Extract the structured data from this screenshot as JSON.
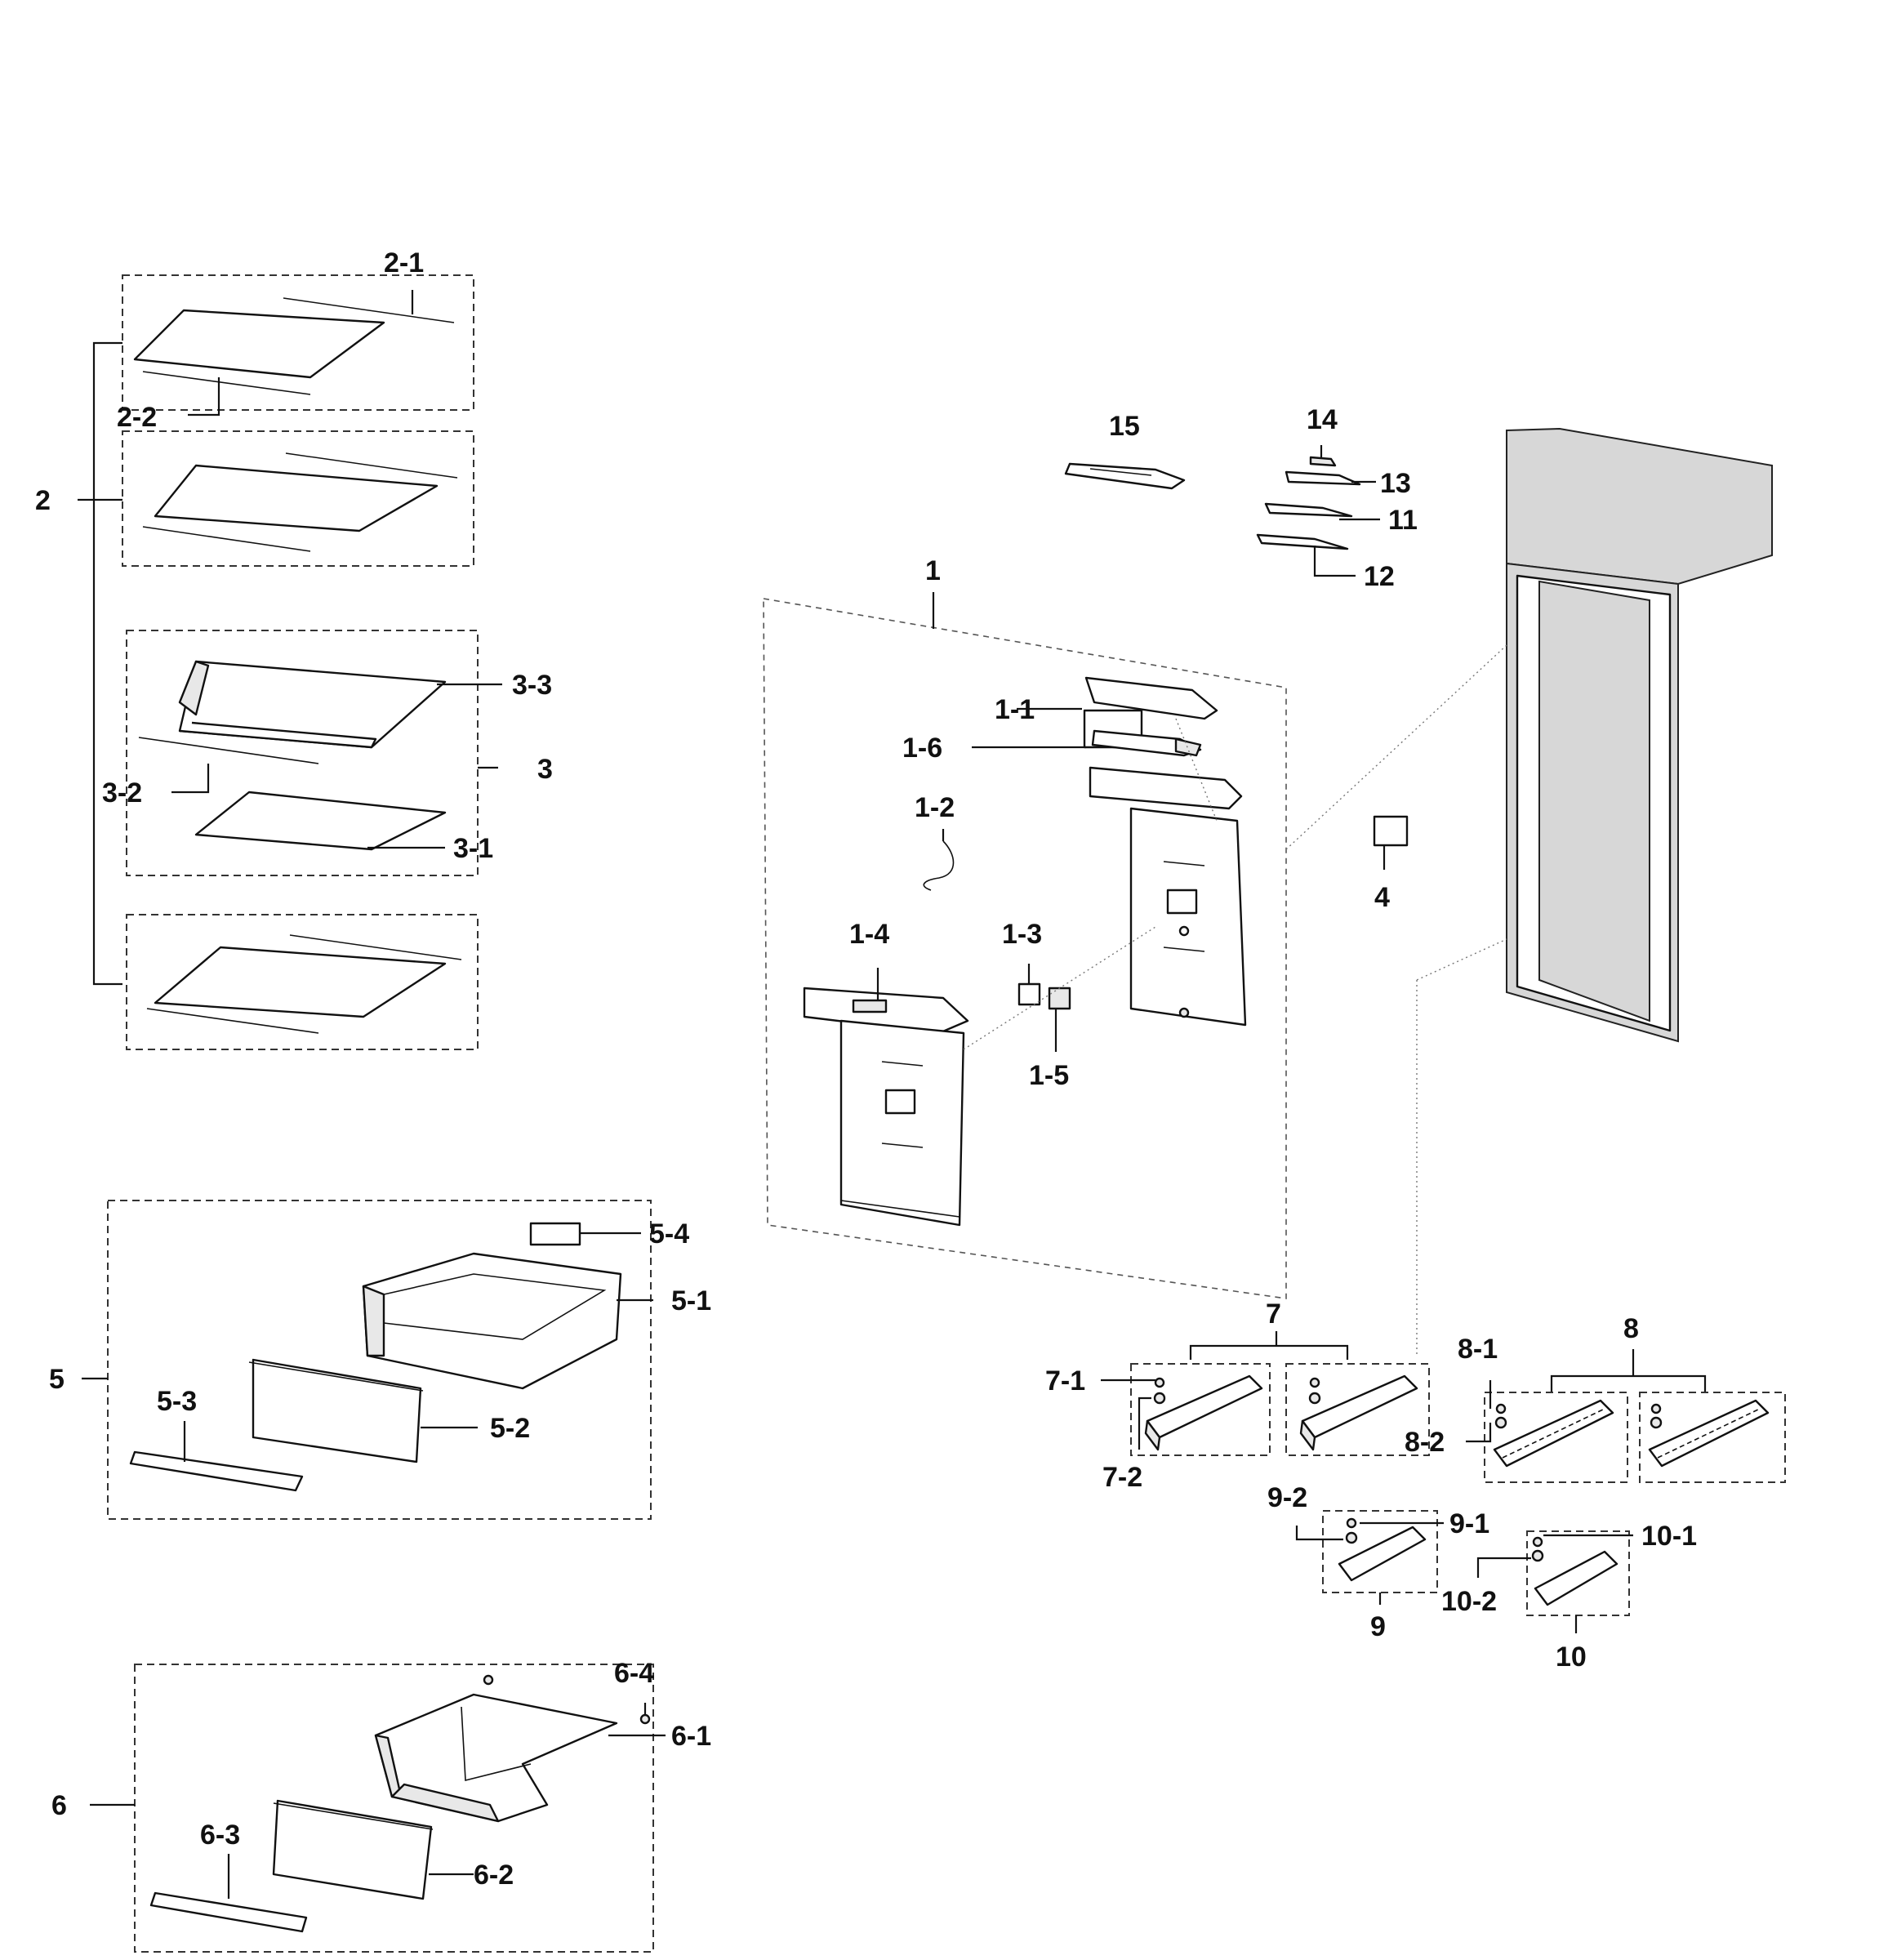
{
  "diagram": {
    "callouts": {
      "c1": "1",
      "c1_1": "1-1",
      "c1_2": "1-2",
      "c1_3": "1-3",
      "c1_4": "1-4",
      "c1_5": "1-5",
      "c1_6": "1-6",
      "c2": "2",
      "c2_1": "2-1",
      "c2_2": "2-2",
      "c3": "3",
      "c3_1": "3-1",
      "c3_2": "3-2",
      "c3_3": "3-3",
      "c4": "4",
      "c5": "5",
      "c5_1": "5-1",
      "c5_2": "5-2",
      "c5_3": "5-3",
      "c5_4": "5-4",
      "c6": "6",
      "c6_1": "6-1",
      "c6_2": "6-2",
      "c6_3": "6-3",
      "c6_4": "6-4",
      "c7": "7",
      "c7_1": "7-1",
      "c7_2": "7-2",
      "c8": "8",
      "c8_1": "8-1",
      "c8_2": "8-2",
      "c9": "9",
      "c9_1": "9-1",
      "c9_2": "9-2",
      "c10": "10",
      "c10_1": "10-1",
      "c10_2": "10-2",
      "c11": "11",
      "c12": "12",
      "c13": "13",
      "c14": "14",
      "c15": "15"
    }
  }
}
